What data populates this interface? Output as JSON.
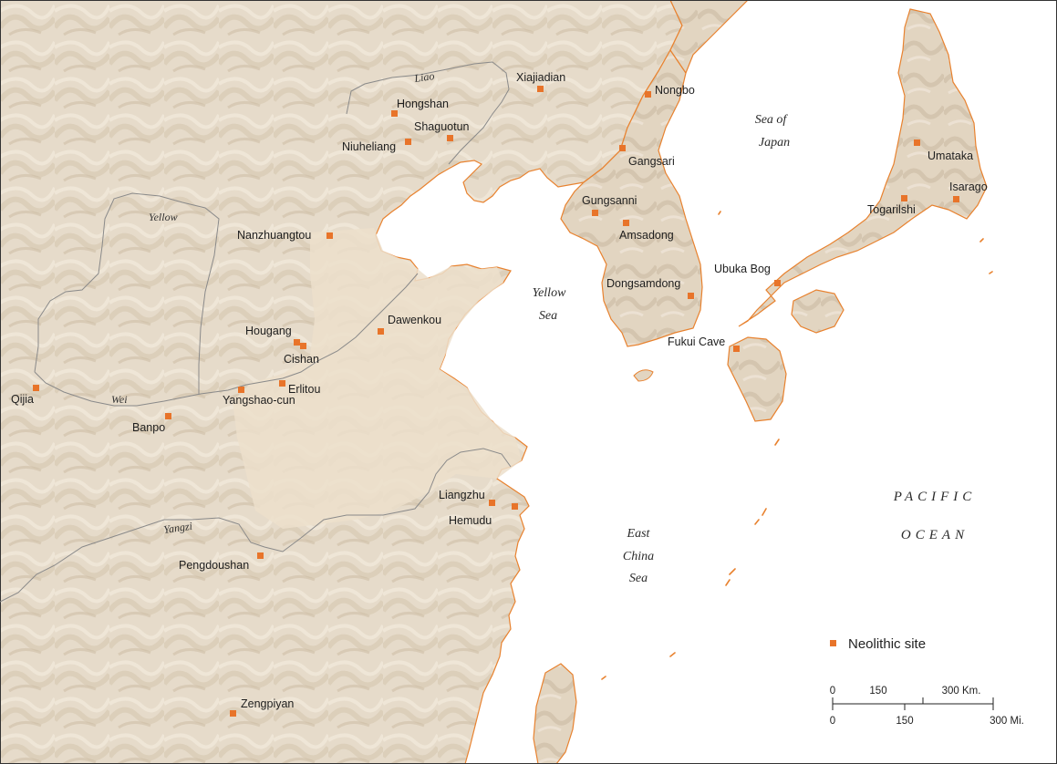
{
  "map": {
    "colors": {
      "sea": "#ffffff",
      "land": "#e7dccb",
      "plain": "#efe3d2",
      "coast": "#e8822f",
      "site": "#e8742a",
      "river": "#8a8a8a",
      "border": "#333333"
    },
    "water_labels": {
      "sea_of_japan_1": "Sea of",
      "sea_of_japan_2": "Japan",
      "yellow_sea_1": "Yellow",
      "yellow_sea_2": "Sea",
      "east_china_sea_1": "East",
      "east_china_sea_2": "China",
      "east_china_sea_3": "Sea",
      "pacific_1": "PACIFIC",
      "pacific_2": "OCEAN"
    },
    "rivers": {
      "liao": "Liao",
      "yellow": "Yellow",
      "wei": "Wei",
      "yangzi": "Yangzi"
    },
    "sites": {
      "hongshan": "Hongshan",
      "shaguotun": "Shaguotun",
      "niuheliang": "Niuheliang",
      "xiajiadian": "Xiajiadian",
      "nongbo": "Nongbo",
      "gangsari": "Gangsari",
      "umataka": "Umataka",
      "isarago": "Isarago",
      "togarilshi": "Togarilshi",
      "gungsanni": "Gungsanni",
      "amsadong": "Amsadong",
      "nanzhuangtou": "Nanzhuangtou",
      "dongsamdong": "Dongsamdong",
      "ubuka_bog": "Ubuka Bog",
      "dawenkou": "Dawenkou",
      "hougang": "Hougang",
      "cishan": "Cishan",
      "fukui_cave": "Fukui Cave",
      "erlitou": "Erlitou",
      "qijia": "Qijia",
      "yangshao_cun": "Yangshao-cun",
      "banpo": "Banpo",
      "liangzhu": "Liangzhu",
      "hemudu": "Hemudu",
      "pengdoushan": "Pengdoushan",
      "zengpiyan": "Zengpiyan"
    },
    "legend": {
      "label": "Neolithic site"
    },
    "scale": {
      "km_0": "0",
      "km_150": "150",
      "km_300": "300 Km.",
      "mi_0": "0",
      "mi_150": "150",
      "mi_300": "300 Mi."
    }
  }
}
